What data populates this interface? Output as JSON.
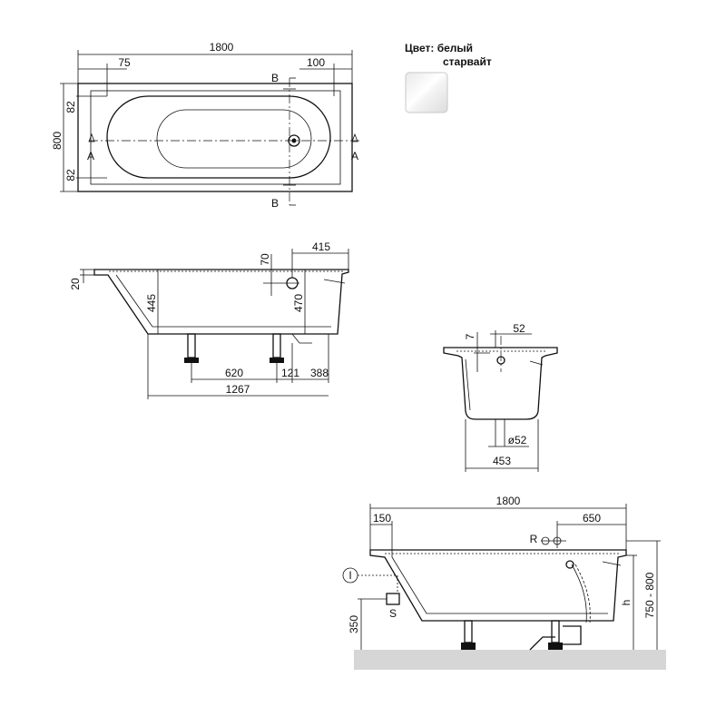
{
  "color_block": {
    "label": "Цвет: белый",
    "value": "старвайт",
    "swatch_color": "#ffffff"
  },
  "top_view": {
    "length": "1800",
    "left_offset": "75",
    "right_offset": "100",
    "width": "800",
    "rim_top": "82",
    "rim_bottom": "82",
    "section_a": "A",
    "section_b": "B"
  },
  "side_view": {
    "rim_thickness": "20",
    "depth_inner": "445",
    "overflow_top": "70",
    "overflow_depth": "470",
    "drain_from_end": "415",
    "leg_spacing": "620",
    "leg_to_drain": "121",
    "drain_to_end": "388",
    "bottom_length": "1267"
  },
  "cross_section": {
    "rim_height": "7",
    "overflow_offset": "52",
    "drain_diameter": "ø52",
    "bottom_width": "453"
  },
  "install_view": {
    "length": "1800",
    "left_offset": "150",
    "overflow_from_end": "650",
    "overflow_label": "R",
    "inspection_label": "I",
    "service_label": "S",
    "service_height": "350",
    "height_label": "h",
    "height_range": "750 - 800"
  }
}
